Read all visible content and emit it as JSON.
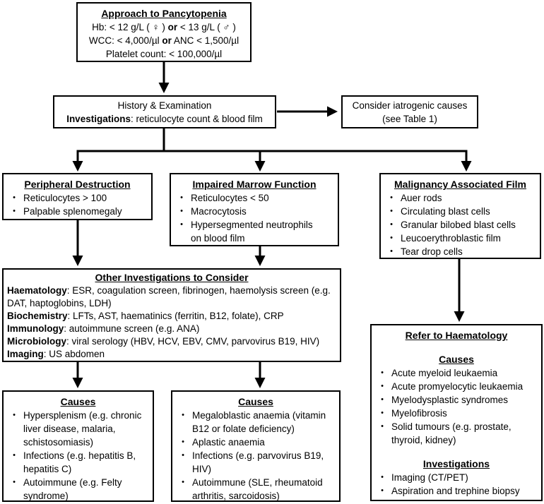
{
  "ui": {
    "bullet": "•"
  },
  "colors": {
    "line": "#000000",
    "border": "#000000",
    "background": "#ffffff"
  },
  "top_box": {
    "title": "Approach to Pancytopenia",
    "line_hb": [
      {
        "t": "Hb: < 12 g/L ( ♀ ) "
      },
      {
        "t": "or",
        "b": true
      },
      {
        "t": " < 13 g/L ( ♂ )"
      }
    ],
    "line_wcc": [
      {
        "t": "WCC: < 4,000/µl "
      },
      {
        "t": "or",
        "b": true
      },
      {
        "t": " ANC < 1,500/µl"
      }
    ],
    "line_platelet": "Platelet count: < 100,000/µl"
  },
  "history_box": {
    "line1": "History & Examination",
    "line2": [
      {
        "t": "Investigations",
        "b": true
      },
      {
        "t": ": reticulocyte count & blood film"
      }
    ]
  },
  "iatrogenic_box": {
    "line1": "Consider iatrogenic causes",
    "line2": "(see Table 1)"
  },
  "peripheral_box": {
    "title": "Peripheral Destruction",
    "bullets": [
      "Reticulocytes > 100",
      "Palpable splenomegaly"
    ]
  },
  "marrow_box": {
    "title": "Impaired Marrow Function",
    "bullets": [
      "Reticulocytes < 50",
      "Macrocytosis",
      "Hypersegmented neutrophils on blood film"
    ]
  },
  "malignancy_box": {
    "title": "Malignancy Associated Film",
    "bullets": [
      "Auer rods",
      "Circulating blast cells",
      "Granular bilobed blast cells",
      "Leucoerythroblastic film",
      "Tear drop cells"
    ]
  },
  "investigations_box": {
    "title": "Other Investigations to Consider",
    "lines": [
      [
        {
          "t": "Haematology",
          "b": true
        },
        {
          "t": ": ESR, coagulation screen, fibrinogen, haemolysis screen (e.g. DAT, haptoglobins, LDH)"
        }
      ],
      [
        {
          "t": "Biochemistry",
          "b": true
        },
        {
          "t": ": LFTs, AST, haematinics (ferritin, B12, folate), CRP"
        }
      ],
      [
        {
          "t": "Immunology",
          "b": true
        },
        {
          "t": ": autoimmune screen (e.g. ANA)"
        }
      ],
      [
        {
          "t": "Microbiology",
          "b": true
        },
        {
          "t": ": viral serology (HBV, HCV, EBV, CMV, parvovirus B19, HIV)"
        }
      ],
      [
        {
          "t": "Imaging",
          "b": true
        },
        {
          "t": ": US abdomen"
        }
      ]
    ]
  },
  "causes_left_box": {
    "title": "Causes",
    "bullets": [
      "Hypersplenism (e.g. chronic liver disease, malaria, schistosomiasis)",
      "Infections (e.g. hepatitis B, hepatitis C)",
      "Autoimmune (e.g. Felty syndrome)"
    ]
  },
  "causes_mid_box": {
    "title": "Causes",
    "bullets": [
      "Megaloblastic anaemia (vitamin B12 or folate deficiency)",
      "Aplastic anaemia",
      "Infections (e.g. parvovirus B19, HIV)",
      "Autoimmune (SLE, rheumatoid arthritis, sarcoidosis)"
    ]
  },
  "refer_box": {
    "title": "Refer to Haematology",
    "causes_title": "Causes",
    "causes": [
      "Acute myeloid leukaemia",
      "Acute promyelocytic leukaemia",
      "Myelodysplastic syndromes",
      "Myelofibrosis",
      "Solid tumours (e.g. prostate, thyroid, kidney)"
    ],
    "investigations_title": "Investigations",
    "investigations": [
      "Imaging (CT/PET)",
      "Aspiration and trephine biopsy"
    ]
  }
}
